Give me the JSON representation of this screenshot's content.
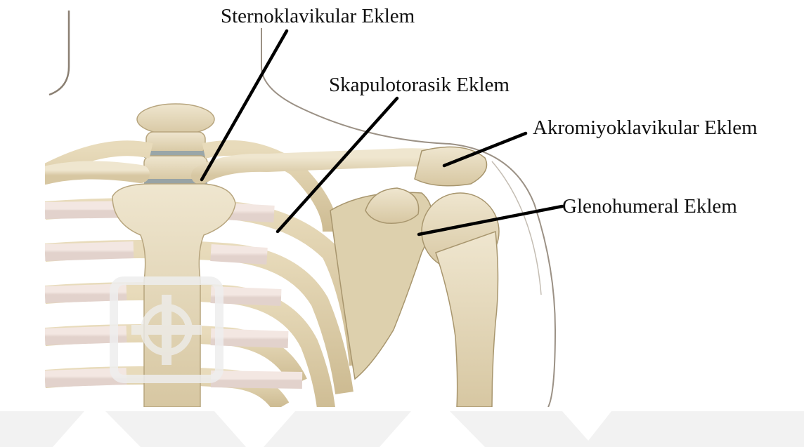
{
  "labels": {
    "sternoclavicular": "Sternoklavikular Eklem",
    "scapulothoracic": "Skapulotorasik Eklem",
    "acromioclavicular": "Akromiyoklavikular Eklem",
    "glenohumeral": "Glenohumeral Eklem"
  },
  "colors": {
    "bone": "#e9dfc6",
    "bone_shadow": "#c9b894",
    "cartilage": "#eee1db",
    "outline": "#7a6f61",
    "leader": "#000000",
    "watermark_band": "#f2f2f2"
  }
}
